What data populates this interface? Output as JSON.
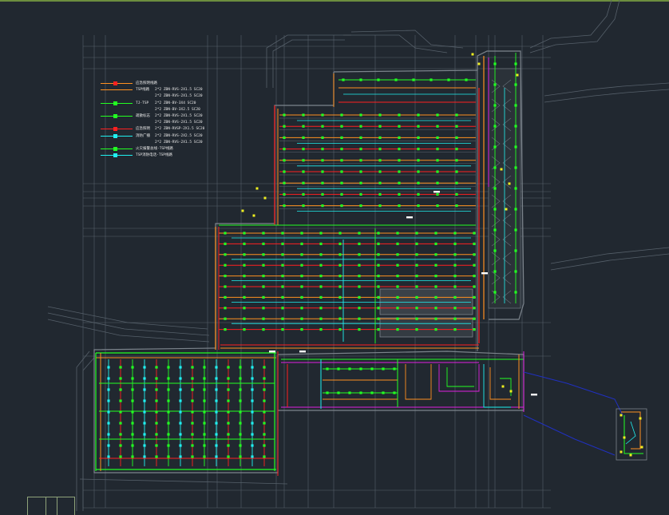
{
  "colors": {
    "background": "#212830",
    "frame": "#6c8e3e",
    "grid": "#56606a",
    "wall": "#7c848c",
    "red": "#ff2020",
    "orange": "#ff9020",
    "green": "#22ff22",
    "cyan": "#20f0f0",
    "magenta": "#e020e0",
    "yellow": "#f0f020",
    "blue": "#2030c0",
    "white": "#ffffff"
  },
  "legend": [
    {
      "name": "应急照明线路",
      "spec": "",
      "color": "#ff9020",
      "mark": "#ff2020"
    },
    {
      "name": "TSP线路",
      "spec": "2*2 ZBN-RVS-2X1.5 SC20",
      "color": "#ff9020",
      "mark": ""
    },
    {
      "name": "",
      "spec": "2*2 ZBN-RVS-2X1.5 SC20",
      "color": "",
      "mark": ""
    },
    {
      "name": "TJ-TSP",
      "spec": "2*2 ZBN-BV-3X4  SC20",
      "color": "#22ff22",
      "mark": "#22ff22"
    },
    {
      "name": "",
      "spec": "2*2 ZBN-BV-3X2.5 SC20",
      "color": "",
      "mark": ""
    },
    {
      "name": "疏散标志",
      "spec": "2*2 ZBN-RVS-2X1.5 SC20",
      "color": "#22ff22",
      "mark": "#22ff22"
    },
    {
      "name": "",
      "spec": "2*2 ZBN-RVS-2X1.5 SC20",
      "color": "",
      "mark": ""
    },
    {
      "name": "应急照明",
      "spec": "2*2 ZBN-RVSP-2X1.5 SC20",
      "color": "#ff2020",
      "mark": "#ff2020"
    },
    {
      "name": "消防广播",
      "spec": "2*2 ZBN-RVS-2X2.5 SC20",
      "color": "#20f0f0",
      "mark": "#20f0f0"
    },
    {
      "name": "",
      "spec": "2*2 ZBN-RVS-2X1.5 SC20",
      "color": "",
      "mark": ""
    },
    {
      "name": "火灾报警总线-TSP线路",
      "spec": "",
      "color": "#22ff22",
      "mark": "#22ff22"
    },
    {
      "name": "TSP消防电话-TSP线路",
      "spec": "",
      "color": "#20f0f0",
      "mark": "#20f0f0"
    }
  ]
}
